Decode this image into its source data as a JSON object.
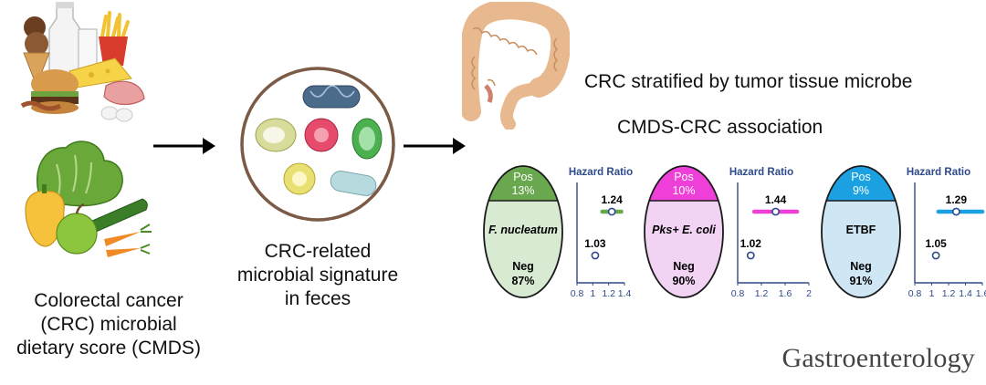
{
  "left_caption": [
    "Colorectal cancer",
    "(CRC) microbial",
    "dietary score (CMDS)"
  ],
  "middle_caption": [
    "CRC-related",
    "microbial signature",
    "in feces"
  ],
  "headings": {
    "stratified": "CRC stratified by tumor tissue microbe",
    "association": "CMDS-CRC association"
  },
  "icons": {
    "food_top": "dessert-and-dairy-food-icon",
    "food_bottom": "vegetables-and-fruit-icon",
    "arrow": "right-arrow-icon",
    "microbes": "microbe-circle-icon",
    "colon": "colon-illustration-icon"
  },
  "groups": [
    {
      "id": "fn",
      "pos_label": "Pos",
      "pos_pct": "13%",
      "microbe": "F. nucleatum",
      "italic": true,
      "neg_label": "Neg",
      "neg_pct": "87%",
      "pos_color": "#6aa84f",
      "neg_color": "#d9ead3",
      "hr_title": "Hazard Ratio",
      "axis_ticks": [
        "0.8",
        "1",
        "1.2",
        "1.4"
      ],
      "axis_min": 0.8,
      "axis_max": 1.4,
      "hr_pos": 1.24,
      "hr_pos_label": "1.24",
      "ci_pos": [
        1.12,
        1.36
      ],
      "hr_neg": 1.03,
      "hr_neg_label": "1.03",
      "ci_neg": [
        1.01,
        1.05
      ]
    },
    {
      "id": "pks",
      "pos_label": "Pos",
      "pos_pct": "10%",
      "microbe": "Pks+ E. coli",
      "italic": true,
      "neg_label": "Neg",
      "neg_pct": "90%",
      "pos_color": "#ee3fd8",
      "neg_color": "#f3d3f4",
      "hr_title": "Hazard Ratio",
      "axis_ticks": [
        "0.8",
        "1.2",
        "1.6",
        "2"
      ],
      "axis_min": 0.8,
      "axis_max": 2.0,
      "hr_pos": 1.44,
      "hr_pos_label": "1.44",
      "ci_pos": [
        1.08,
        1.8
      ],
      "hr_neg": 1.02,
      "hr_neg_label": "1.02",
      "ci_neg": [
        1.0,
        1.04
      ]
    },
    {
      "id": "etbf",
      "pos_label": "Pos",
      "pos_pct": "9%",
      "microbe": "ETBF",
      "italic": false,
      "neg_label": "Neg",
      "neg_pct": "91%",
      "pos_color": "#1ba1e2",
      "neg_color": "#cfe6f5",
      "hr_title": "Hazard Ratio",
      "axis_ticks": [
        "0.8",
        "1",
        "1.2",
        "1.4",
        "1.6"
      ],
      "axis_min": 0.8,
      "axis_max": 1.6,
      "hr_pos": 1.29,
      "hr_pos_label": "1.29",
      "ci_pos": [
        1.08,
        1.6
      ],
      "hr_neg": 1.05,
      "hr_neg_label": "1.05",
      "ci_neg": [
        1.03,
        1.07
      ]
    }
  ],
  "journal": "Gastroenterology"
}
